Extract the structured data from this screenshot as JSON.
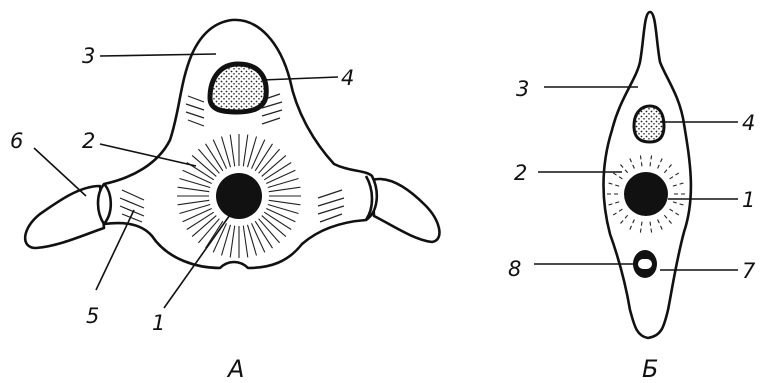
{
  "figure_a": {
    "caption": "А",
    "labels": {
      "l1": "1",
      "l2": "2",
      "l3": "3",
      "l4": "4",
      "l5": "5",
      "l6": "6"
    }
  },
  "figure_b": {
    "caption": "Б",
    "labels": {
      "l1": "1",
      "l2": "2",
      "l3": "3",
      "l4": "4",
      "l7": "7",
      "l8": "8"
    }
  },
  "colors": {
    "ink": "#111111",
    "background": "#ffffff"
  }
}
